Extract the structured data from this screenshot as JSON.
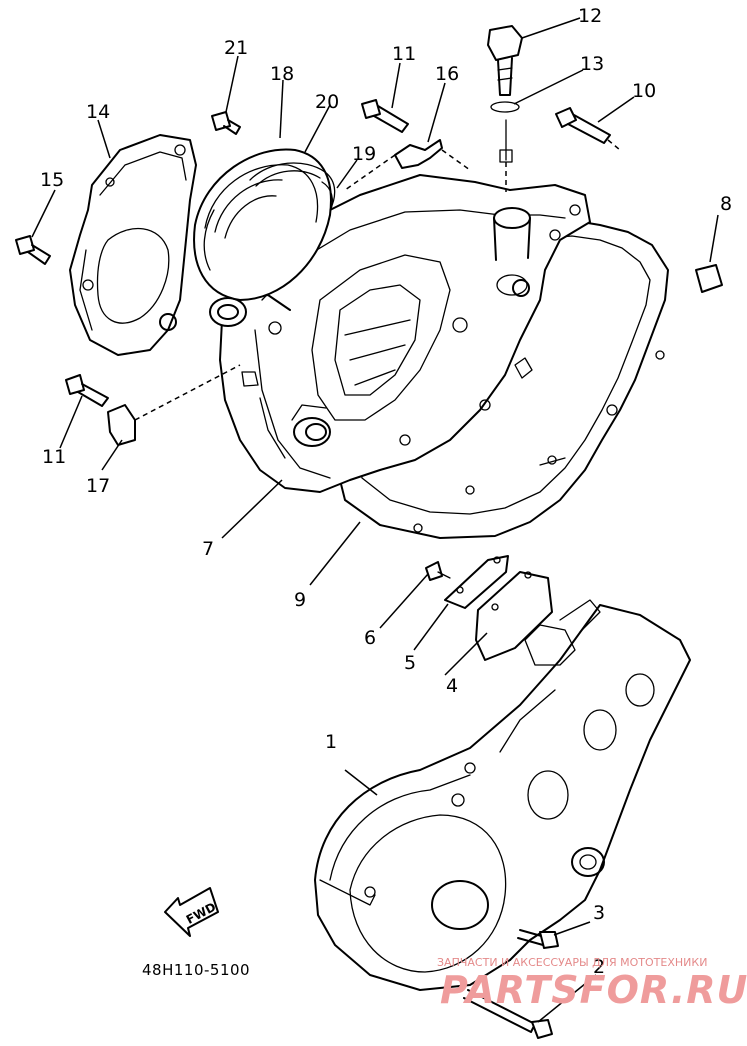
{
  "diagram": {
    "drawing_code": "48H110-5100",
    "fwd_label": "FWD",
    "part_numbers": {
      "p1": "1",
      "p2": "2",
      "p3": "3",
      "p4": "4",
      "p5": "5",
      "p6": "6",
      "p7": "7",
      "p8": "8",
      "p9": "9",
      "p10": "10",
      "p11a": "11",
      "p11b": "11",
      "p12": "12",
      "p13": "13",
      "p14": "14",
      "p15": "15",
      "p16": "16",
      "p17": "17",
      "p18": "18",
      "p19": "19",
      "p20": "20",
      "p21": "21"
    }
  },
  "watermark": {
    "tagline": "ЗАПЧАСТИ И АКСЕССУАРЫ ДЛЯ МОТОТЕХНИКИ",
    "brand": "PARTSFOR.RU"
  }
}
